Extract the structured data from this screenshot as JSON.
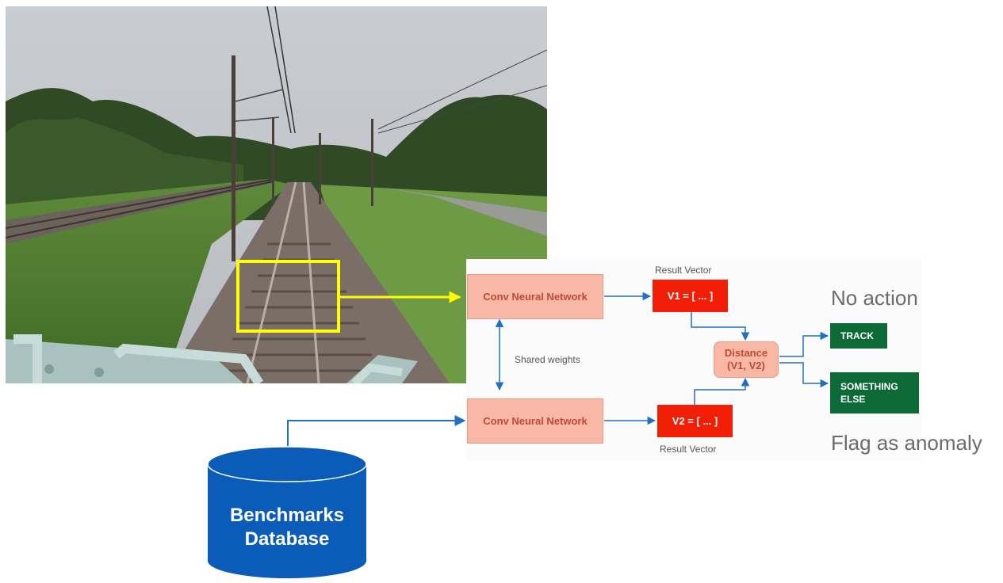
{
  "diagram": {
    "cnn_top_label": "Conv Neural Network",
    "cnn_bottom_label": "Conv Neural Network",
    "shared_weights_label": "Shared weights",
    "result_vector_top_label": "Result Vector",
    "result_vector_bottom_label": "Result Vector",
    "v1_label": "V1 = [ ... ]",
    "v2_label": "V2 = [ ... ]",
    "distance_line1": "Distance",
    "distance_line2": "(V1, V2)",
    "no_action_label": "No action",
    "track_label": "TRACK",
    "something_else_line1": "SOMETHING",
    "something_else_line2": "ELSE",
    "flag_anomaly_label": "Flag as anomaly",
    "database_line1": "Benchmarks",
    "database_line2": "Database"
  },
  "colors": {
    "cnn_fill": "#f9b7a6",
    "vector_fill": "#f21e06",
    "output_fill": "#0b6a35",
    "arrow_blue": "#1f6fc4",
    "highlight_yellow": "#ffff00",
    "database_blue": "#0b5cb8"
  }
}
